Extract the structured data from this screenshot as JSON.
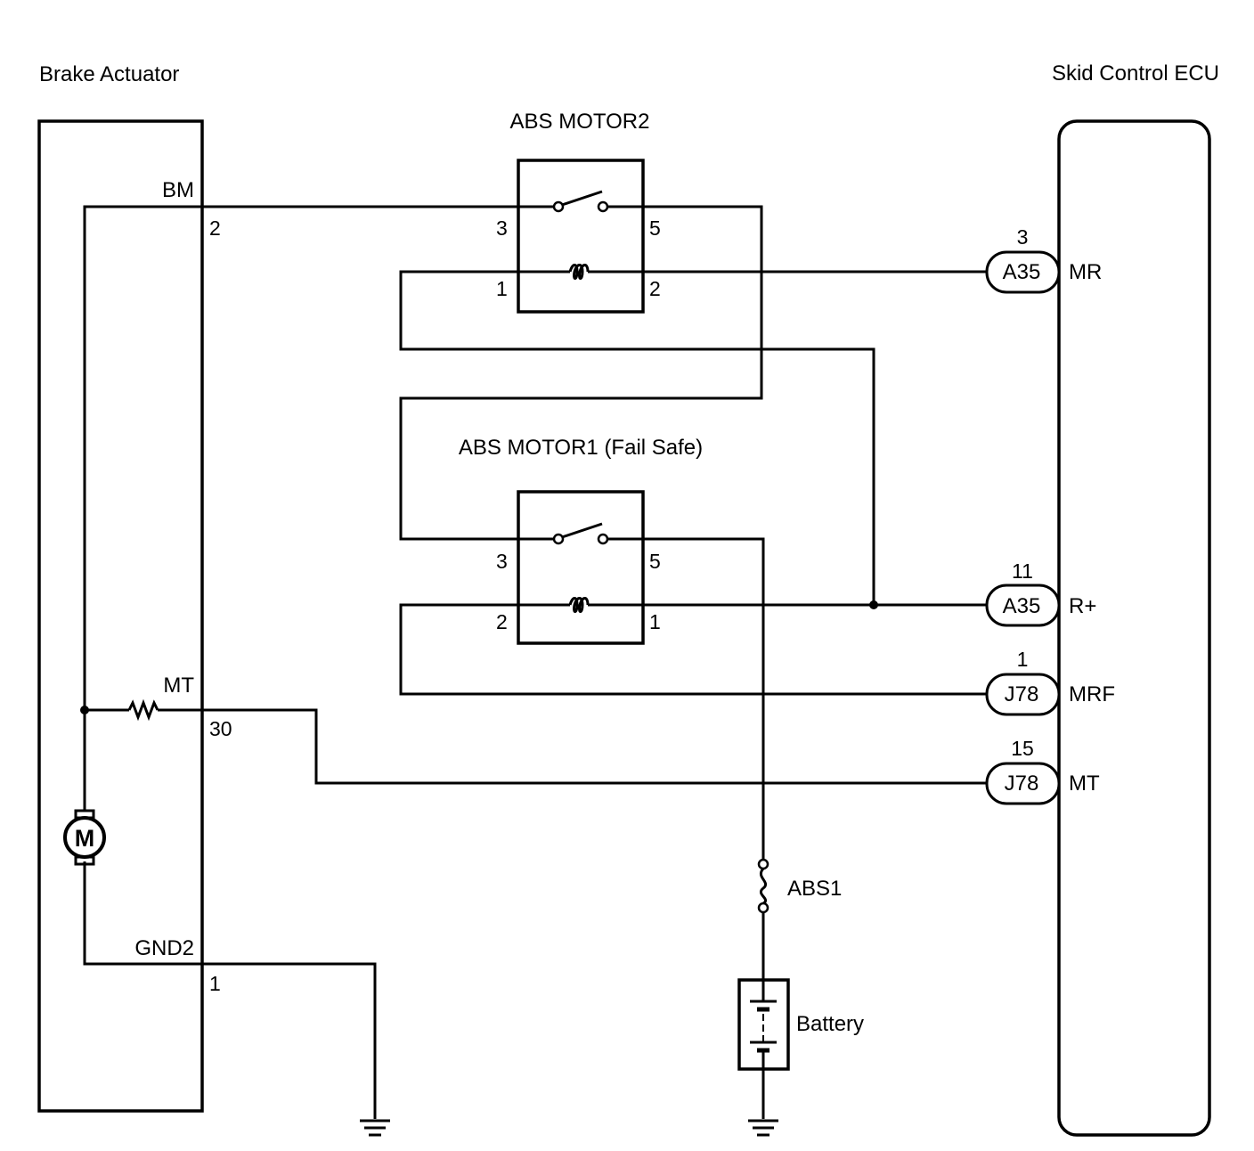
{
  "components": {
    "brake_actuator": {
      "title": "Brake Actuator",
      "terminals": {
        "bm": "BM",
        "mt": "MT",
        "gnd2": "GND2"
      },
      "pins": {
        "bm": "2",
        "mt": "30",
        "gnd2": "1"
      },
      "motor_symbol": "M"
    },
    "skid_control_ecu": {
      "title": "Skid Control ECU",
      "terminals": [
        {
          "pin": "3",
          "connector": "A35",
          "name": "MR"
        },
        {
          "pin": "11",
          "connector": "A35",
          "name": "R+"
        },
        {
          "pin": "1",
          "connector": "J78",
          "name": "MRF"
        },
        {
          "pin": "15",
          "connector": "J78",
          "name": "MT"
        }
      ]
    },
    "relay_motor2": {
      "title": "ABS MOTOR2",
      "pins": {
        "top_left": "3",
        "top_right": "5",
        "bottom_left": "1",
        "bottom_right": "2"
      }
    },
    "relay_motor1": {
      "title": "ABS MOTOR1 (Fail Safe)",
      "pins": {
        "top_left": "3",
        "top_right": "5",
        "bottom_left": "2",
        "bottom_right": "1"
      }
    },
    "fuse": {
      "label": "ABS1"
    },
    "battery": {
      "label": "Battery"
    }
  }
}
